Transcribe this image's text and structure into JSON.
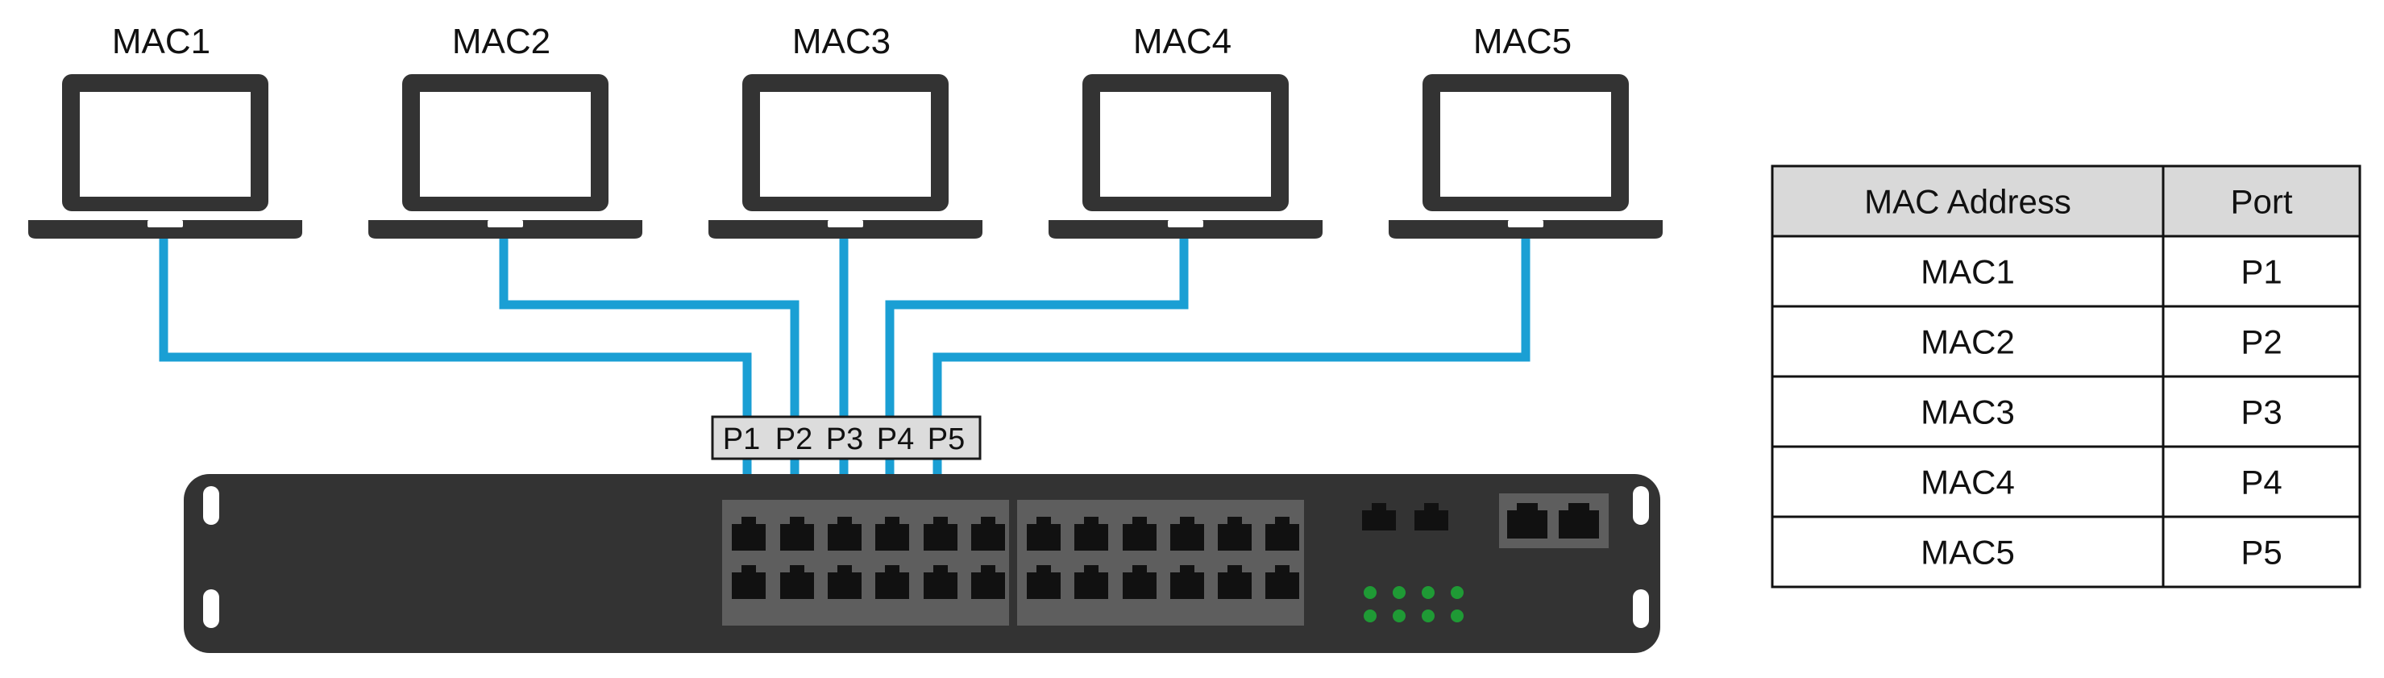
{
  "laptops": [
    {
      "label": "MAC1"
    },
    {
      "label": "MAC2"
    },
    {
      "label": "MAC3"
    },
    {
      "label": "MAC4"
    },
    {
      "label": "MAC5"
    }
  ],
  "port_labels": [
    "P1",
    "P2",
    "P3",
    "P4",
    "P5"
  ],
  "table": {
    "headers": [
      "MAC Address",
      "Port"
    ],
    "rows": [
      [
        "MAC1",
        "P1"
      ],
      [
        "MAC2",
        "P2"
      ],
      [
        "MAC3",
        "P3"
      ],
      [
        "MAC4",
        "P4"
      ],
      [
        "MAC5",
        "P5"
      ]
    ]
  },
  "colors": {
    "cable": "#1a9fd4",
    "device": "#333333",
    "port_panel": "#5e5e5e",
    "led": "#1f9a35",
    "label_box": "#dcdcdc",
    "table_header": "#d9d9d9",
    "table_border": "#111111"
  }
}
